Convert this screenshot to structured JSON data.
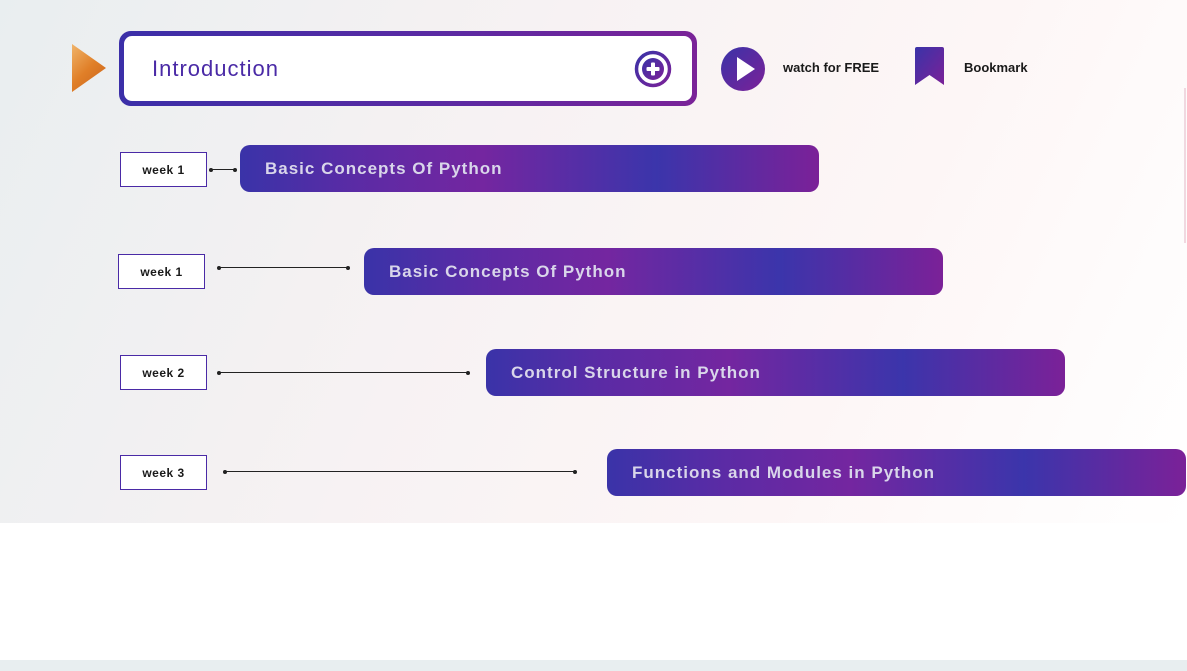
{
  "header": {
    "title": "Introduction",
    "watch_label": "watch for FREE",
    "bookmark_label": "Bookmark"
  },
  "icons": {
    "marker": "play-triangle-icon",
    "expand": "plus-circle-icon",
    "watch": "play-circle-icon",
    "bookmark": "bookmark-icon"
  },
  "colors": {
    "accent_purple": "#4a2aa6",
    "gradient_start": "#3a33a8",
    "gradient_end": "#7b2198",
    "marker_orange": "#e07f28"
  },
  "timeline": {
    "rows": [
      {
        "week": "week 1",
        "topic": "Basic Concepts Of Python"
      },
      {
        "week": "week 1",
        "topic": "Basic Concepts Of Python"
      },
      {
        "week": "week 2",
        "topic": "Control Structure in Python"
      },
      {
        "week": "week 3",
        "topic": "Functions and Modules in Python"
      }
    ]
  }
}
